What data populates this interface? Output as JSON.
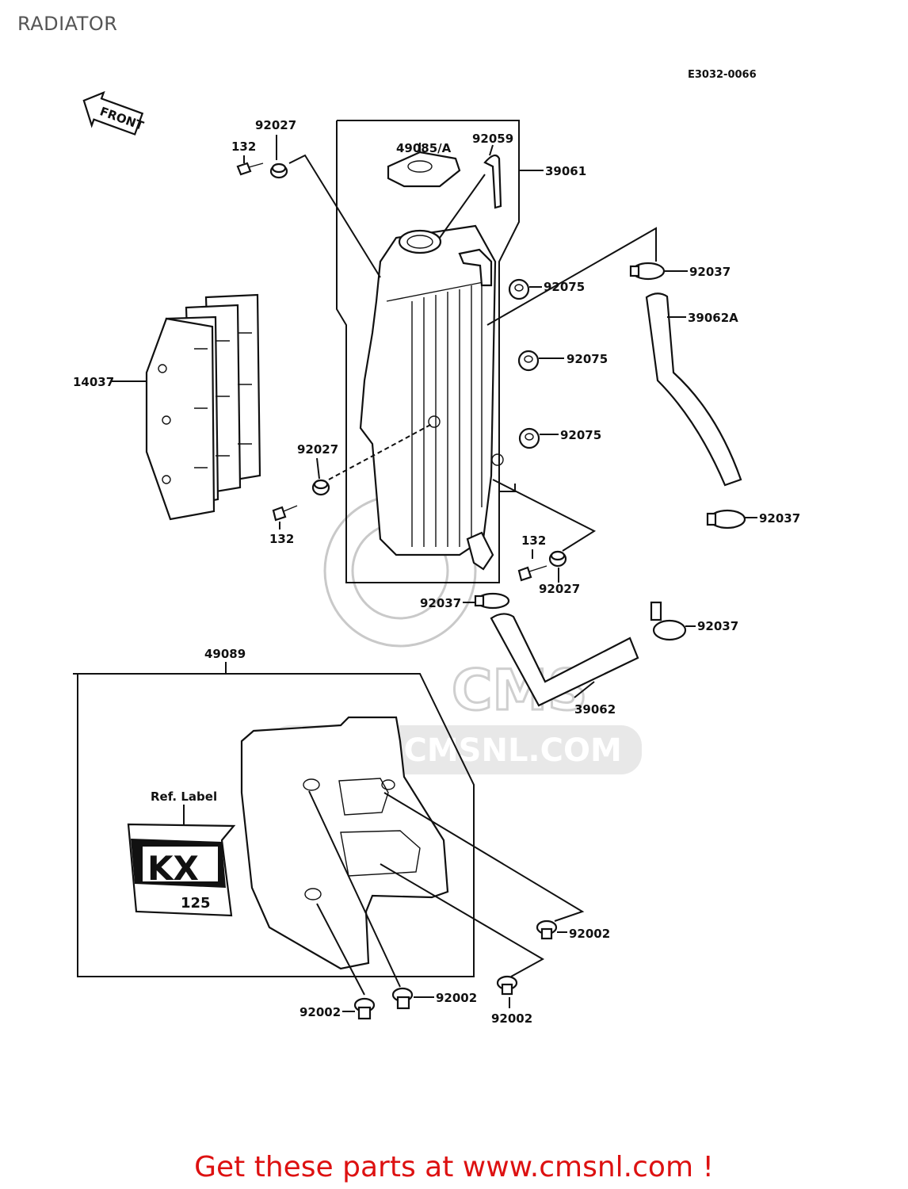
{
  "title": "RADIATOR",
  "ref_code": "E3032-0066",
  "front_label": "FRONT",
  "watermark_text": "WWW.CMSNL.COM",
  "watermark_logo": "CMS",
  "callout_color": "#dd1111",
  "labels": {
    "p92027_top": "92027",
    "p132_top": "132",
    "p49085": "49085/A",
    "p92059": "92059",
    "p39061": "39061",
    "p92037_a": "92037",
    "p39062A": "39062A",
    "p92075_a": "92075",
    "p92075_b": "92075",
    "p92075_c": "92075",
    "p14037": "14037",
    "p92027_mid": "92027",
    "p132_mid": "132",
    "p92037_b": "92037",
    "p132_low": "132",
    "p92027_low": "92027",
    "p92037_c": "92037",
    "p92037_d": "92037",
    "p49089": "49089",
    "p39062": "39062",
    "ref_label": "Ref. Label",
    "kx": "KX",
    "kx_model": "125",
    "p92002_a": "92002",
    "p92002_b": "92002",
    "p92002_c": "92002",
    "p92002_d": "92002"
  },
  "footer": "Get these parts at www.cmsnl.com !"
}
